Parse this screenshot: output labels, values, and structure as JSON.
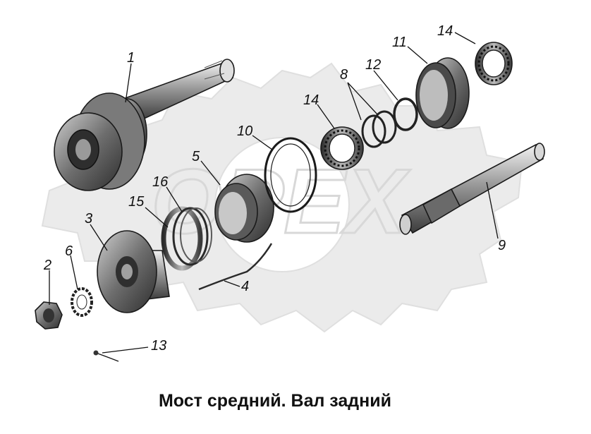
{
  "caption": "Мост средний. Вал задний",
  "watermark": "OPEX",
  "callouts": {
    "c1": "1",
    "c2": "2",
    "c3": "3",
    "c4": "4",
    "c5": "5",
    "c6": "6",
    "c8": "8",
    "c9": "9",
    "c10": "10",
    "c11": "11",
    "c12": "12",
    "c13": "13",
    "c14a": "14",
    "c14b": "14",
    "c15": "15",
    "c16": "16"
  },
  "colors": {
    "metal_dark": "#3a3a3a",
    "metal_mid": "#8a8a8a",
    "metal_light": "#d0d0d0",
    "watermark": "#e9e9e9"
  }
}
